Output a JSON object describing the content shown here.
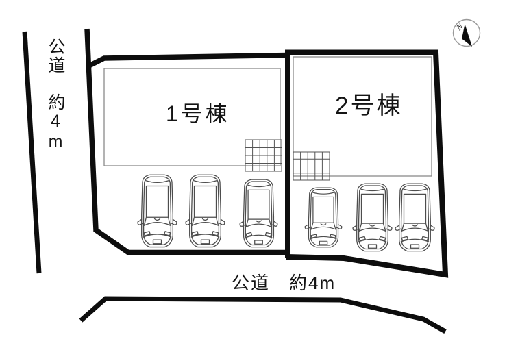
{
  "diagram": {
    "type": "site-plan",
    "plots": [
      {
        "label": "1号棟",
        "parking_spaces": 3
      },
      {
        "label": "2号棟",
        "parking_spaces": 3
      }
    ],
    "roads": [
      {
        "position": "left",
        "orientation": "vertical",
        "label": "公道　約4m"
      },
      {
        "position": "bottom",
        "orientation": "horizontal",
        "label": "公道　約4m"
      }
    ],
    "compass": {
      "label": "N"
    },
    "colors": {
      "boundary": "#0d0d0d",
      "building_outline": "#8a8a8a",
      "grid_line": "#555555",
      "car_line": "#4d4d4d",
      "background": "#ffffff"
    }
  }
}
